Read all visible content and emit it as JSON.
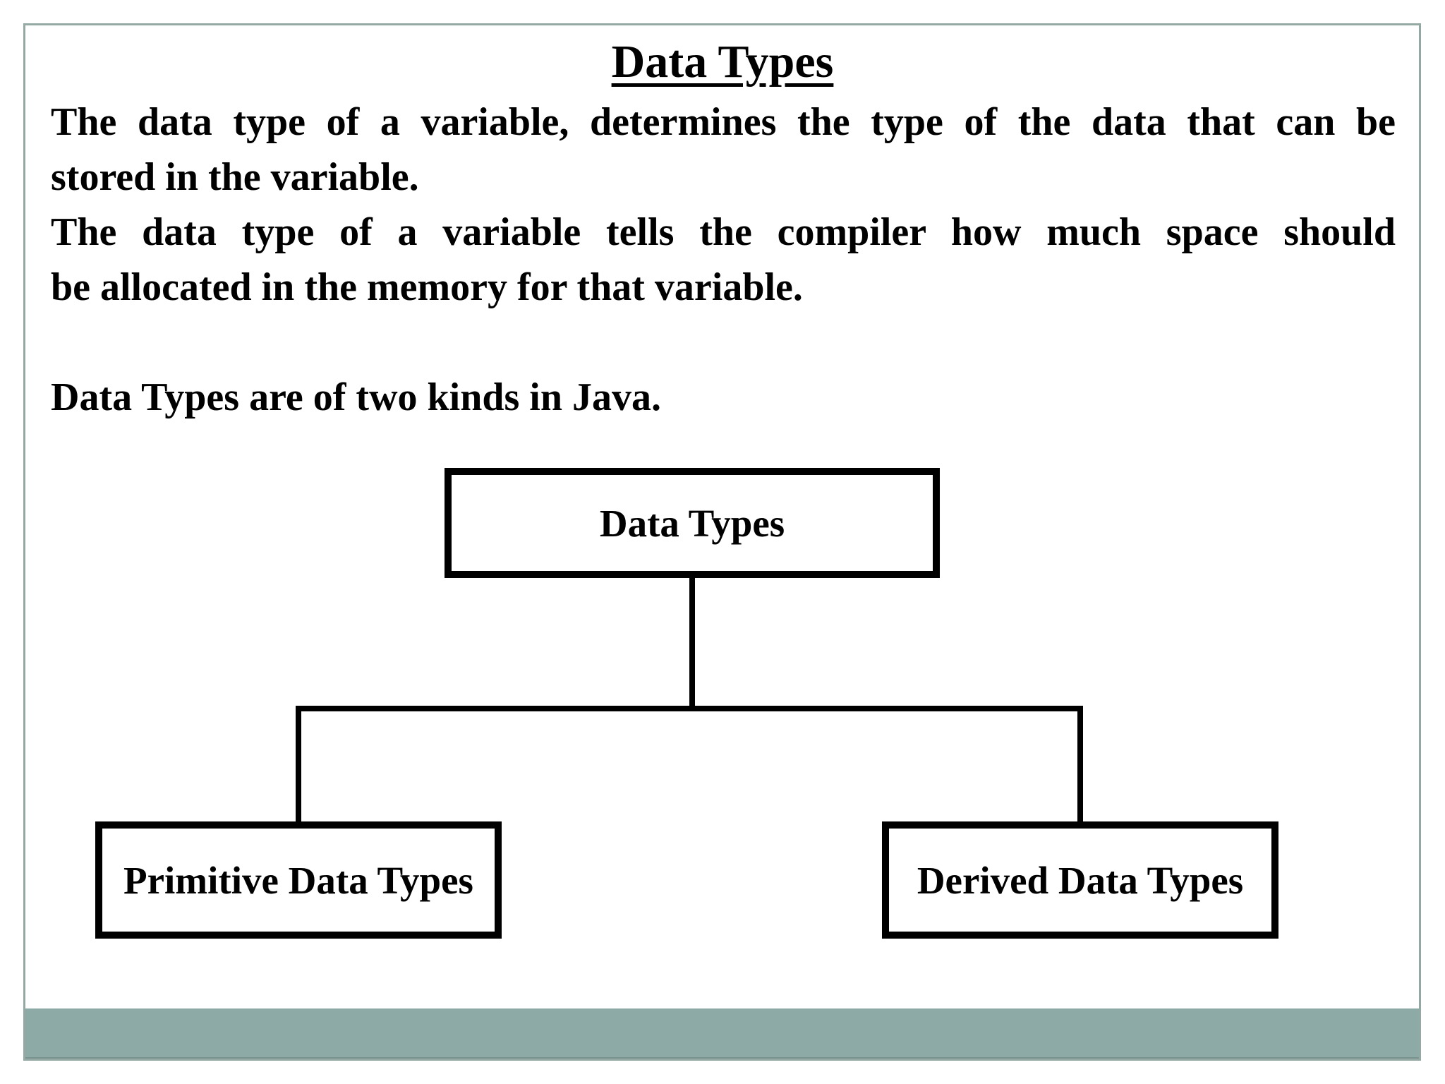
{
  "slide": {
    "title": "Data Types",
    "body": {
      "paragraph1": [
        "The data type of a variable, determines the type of the data that can be",
        "stored in the variable."
      ],
      "paragraph2": [
        "The data type of a variable tells the compiler how much space should",
        "be allocated in the memory for that variable."
      ],
      "paragraph3": [
        "Data Types are of two kinds in Java."
      ]
    },
    "diagram": {
      "root": {
        "label": "Data Types"
      },
      "children": [
        {
          "label": "Primitive Data Types"
        },
        {
          "label": "Derived Data Types"
        }
      ]
    },
    "colors": {
      "background": "#ffffff",
      "text": "#000000",
      "frame_border": "#94a9a4",
      "footer_bar": "#8daaa6",
      "footer_bar_edge": "#7a938f",
      "diagram_lines": "#000000"
    }
  }
}
